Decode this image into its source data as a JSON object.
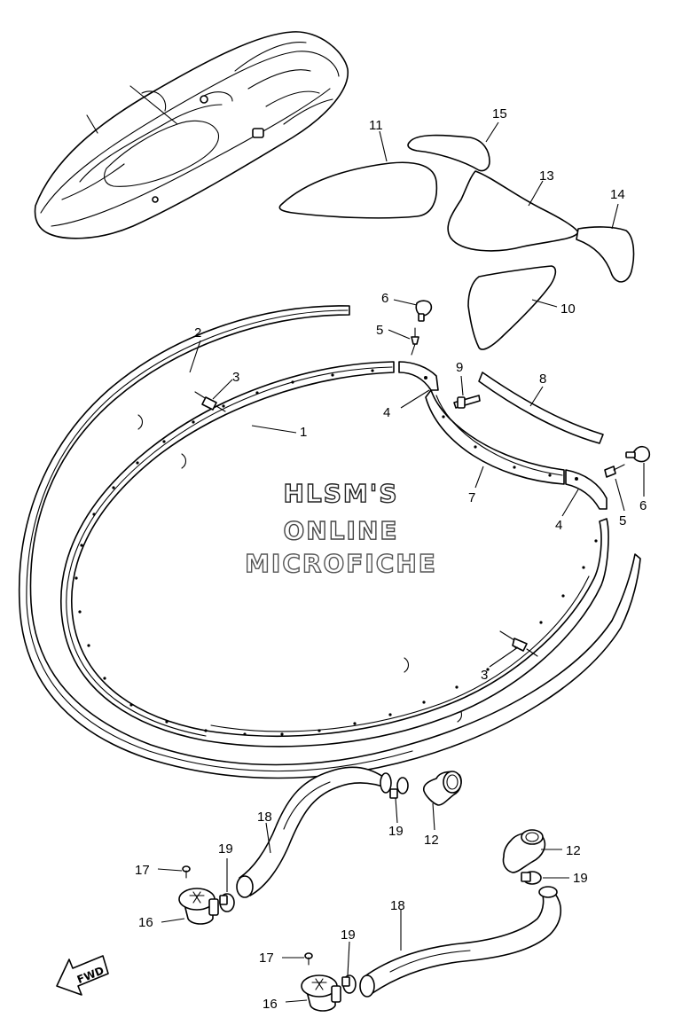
{
  "watermark": {
    "line1": "HLSM'S",
    "line2": "ONLINE",
    "line3": "MICROFICHE"
  },
  "direction_marker": {
    "label": "FWD",
    "icon": "arrow-left-down-icon"
  },
  "callouts": {
    "c11": "11",
    "c15": "15",
    "c13": "13",
    "c14": "14",
    "c10": "10",
    "c6a": "6",
    "c5a": "5",
    "c2": "2",
    "c3a": "3",
    "c1": "1",
    "c9": "9",
    "c8": "8",
    "c4a": "4",
    "c6b": "6",
    "c5b": "5",
    "c7": "7",
    "c4b": "4",
    "c3b": "3",
    "c18a": "18",
    "c19a": "19",
    "c12a": "12",
    "c17a": "17",
    "c16a": "16",
    "c12b": "12",
    "c19b": "19",
    "c18b": "18",
    "c19c": "19",
    "c17b": "17",
    "c16b": "16"
  }
}
